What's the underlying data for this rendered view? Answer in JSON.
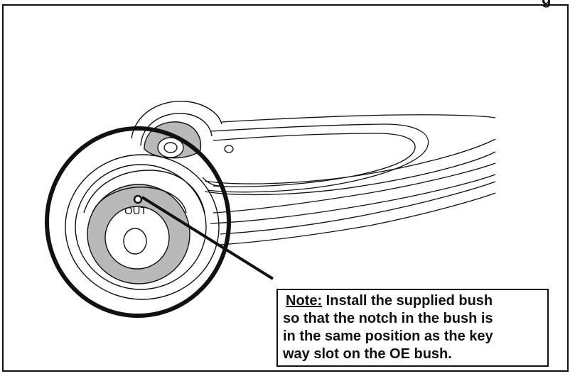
{
  "figure": {
    "corner_fragment": "g",
    "part_marking": "OUT",
    "note": {
      "heading": "Note:",
      "lines": [
        "Install the supplied bush",
        "so that the notch in the bush is",
        "in the same position as the key",
        "way slot on the OE bush."
      ]
    }
  },
  "colors": {
    "line": "#111111",
    "bush_fill": "#b9b9b9",
    "background": "#ffffff"
  }
}
